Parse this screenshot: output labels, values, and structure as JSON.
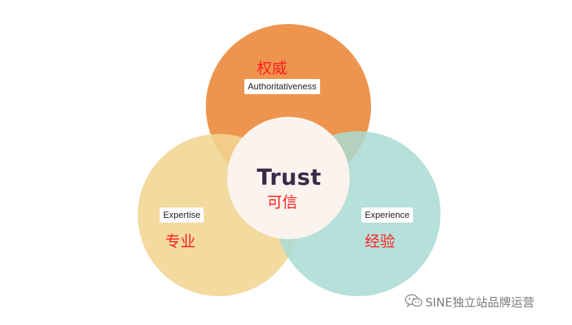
{
  "diagram": {
    "center": {
      "title": "Trust",
      "subtitle_cn": "可信"
    },
    "circles": [
      {
        "key": "authoritativeness",
        "label": "Authoritativeness",
        "label_cn": "权威",
        "color": "#ec8f44"
      },
      {
        "key": "expertise",
        "label": "Expertise",
        "label_cn": "专业",
        "color": "#f1d592"
      },
      {
        "key": "experience",
        "label": "Experience",
        "label_cn": "经验",
        "color": "#a9dad3"
      }
    ],
    "center_color": "#faf3ee",
    "label_cn_color": "#ff1e1e"
  },
  "watermark": {
    "icon": "wechat-icon",
    "text": "SINE独立站品牌运营"
  }
}
